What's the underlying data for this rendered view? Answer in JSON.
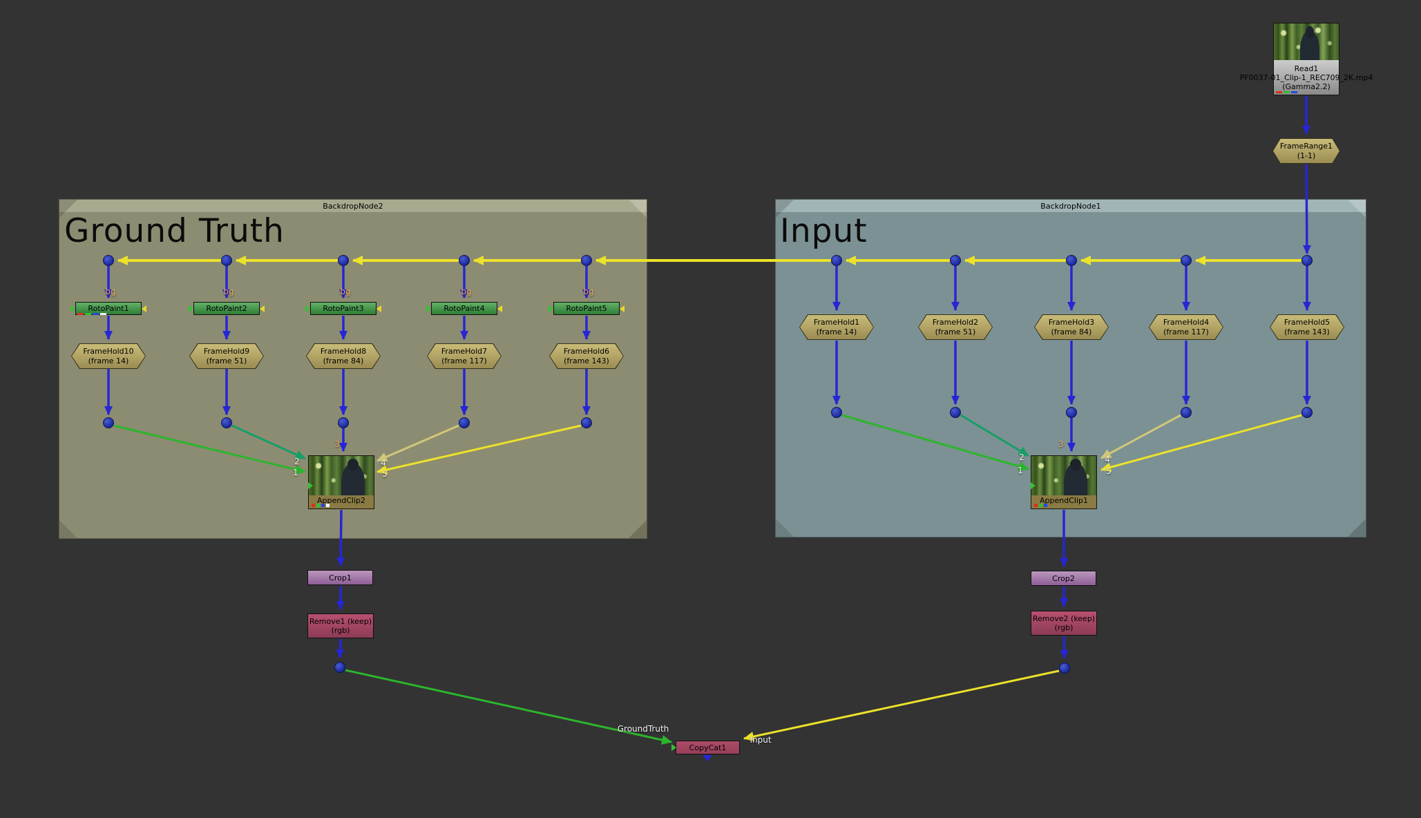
{
  "backdrop_ground_truth": {
    "title": "BackdropNode2",
    "label": "Ground Truth"
  },
  "backdrop_input": {
    "title": "BackdropNode1",
    "label": "Input"
  },
  "read1": {
    "name": "Read1",
    "filename": "PF0037-01_Clip-1_REC709_2K.mp4",
    "colorspace": "(Gamma2.2)"
  },
  "framerange1": {
    "name": "FrameRange1",
    "range": "(1-1)"
  },
  "rotopaint_nodes": [
    {
      "name": "RotoPaint1"
    },
    {
      "name": "RotoPaint2"
    },
    {
      "name": "RotoPaint3"
    },
    {
      "name": "RotoPaint4"
    },
    {
      "name": "RotoPaint5"
    }
  ],
  "gt_frameholds": [
    {
      "name": "FrameHold10",
      "frame": "(frame 14)"
    },
    {
      "name": "FrameHold9",
      "frame": "(frame 51)"
    },
    {
      "name": "FrameHold8",
      "frame": "(frame 84)"
    },
    {
      "name": "FrameHold7",
      "frame": "(frame 117)"
    },
    {
      "name": "FrameHold6",
      "frame": "(frame 143)"
    }
  ],
  "in_frameholds": [
    {
      "name": "FrameHold1",
      "frame": "(frame 14)"
    },
    {
      "name": "FrameHold2",
      "frame": "(frame 51)"
    },
    {
      "name": "FrameHold3",
      "frame": "(frame 84)"
    },
    {
      "name": "FrameHold4",
      "frame": "(frame 117)"
    },
    {
      "name": "FrameHold5",
      "frame": "(frame 143)"
    }
  ],
  "gt_append": {
    "name": "AppendClip2"
  },
  "in_append": {
    "name": "AppendClip1"
  },
  "gt_crop": {
    "name": "Crop1"
  },
  "in_crop": {
    "name": "Crop2"
  },
  "gt_remove": {
    "line1": "Remove1 (keep)",
    "line2": "(rgb)"
  },
  "in_remove": {
    "line1": "Remove2 (keep)",
    "line2": "(rgb)"
  },
  "copycat": {
    "name": "CopyCat1",
    "left_input_label": "GroundTruth",
    "right_input_label": "Input"
  },
  "ports": {
    "bg": "bg",
    "n1": "1",
    "n2": "2",
    "n3": "3",
    "n4": "4",
    "n5": "5"
  },
  "colors": {
    "canvas_bg": "#333333",
    "backdrop_gt_body": "#8c8c72",
    "backdrop_gt_title": "#a9a98f",
    "backdrop_in_body": "#7c9193",
    "backdrop_in_title": "#a2b5b6",
    "edge_blue": "#2626d4",
    "edge_yellow": "#ece22a",
    "edge_pale_yellow": "#cfc878",
    "edge_green": "#2cb52c",
    "edge_teal": "#179e68"
  }
}
